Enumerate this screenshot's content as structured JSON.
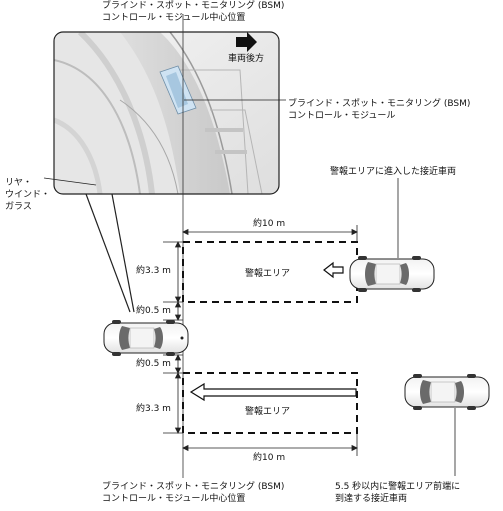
{
  "labels": {
    "bsm_center_top_l1": "ブラインド・スポット・モニタリング (BSM)",
    "bsm_center_top_l2": "コントロール・モジュール中心位置",
    "bsm_center_bottom_l1": "ブラインド・スポット・モニタリング (BSM)",
    "bsm_center_bottom_l2": "コントロール・モジュール中心位置",
    "bsm_module_l1": "ブラインド・スポット・モニタリング (BSM)",
    "bsm_module_l2": "コントロール・モジュール",
    "vehicle_rear": "車両後方",
    "rear_window_l1": "リヤ・",
    "rear_window_l2": "ウインド・",
    "rear_window_l3": "ガラス",
    "approaching_in_zone": "警報エリアに進入した接近車両",
    "approaching_5s_l1": "5.5 秒以内に警報エリア前端に",
    "approaching_5s_l2": "到達する接近車両",
    "alarm_zone_upper": "警報エリア",
    "alarm_zone_lower": "警報エリア",
    "dim_length_top": "約10 m",
    "dim_length_bottom": "約10 m",
    "dim_width_upper": "約3.3 m",
    "dim_gap_upper": "約0.5 m",
    "dim_gap_lower": "約0.5 m",
    "dim_width_lower": "約3.3 m"
  },
  "icons": {
    "direction_arrow": "right-arrow-icon",
    "approach_arrow_upper": "hollow-left-arrow-icon",
    "approach_arrow_lower": "hollow-left-long-arrow-icon"
  }
}
